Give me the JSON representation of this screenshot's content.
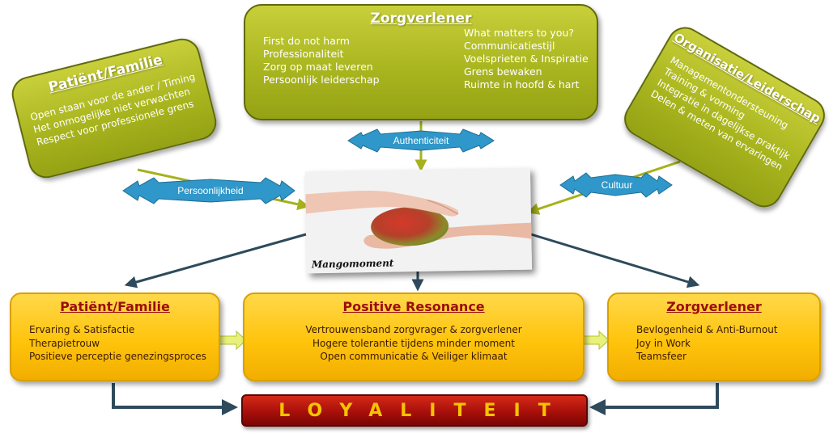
{
  "top_box": {
    "title": "Zorgverlener",
    "left_items": [
      "First do not harm",
      "Professionaliteit",
      "Zorg op maat leveren",
      "Persoonlijk leiderschap"
    ],
    "right_items": [
      "What matters to you?",
      "Communicatiestijl",
      "Voelsprieten & Inspiratie",
      "Grens bewaken",
      "Ruimte in hoofd & hart"
    ]
  },
  "left_box": {
    "title": "Patiënt/Familie",
    "items": [
      "Open staan voor de ander / Timing",
      "Het onmogelijke niet verwachten",
      "Respect voor professionele grens"
    ]
  },
  "right_box": {
    "title": "Organisatie/Leiderschap",
    "items": [
      "Managementondersteuning",
      "Training & vorming",
      "Integratie in dagelijkse praktijk",
      "Delen & meten van ervaringen"
    ]
  },
  "bursts": {
    "authenticity": "Authenticiteit",
    "personality": "Persoonlijkheid",
    "culture": "Cultuur"
  },
  "center_image": {
    "caption": "Mangomoment"
  },
  "bottom_left": {
    "title": "Patiënt/Familie",
    "items": [
      "Ervaring & Satisfactie",
      "Therapietrouw",
      "Positieve perceptie genezingsproces"
    ]
  },
  "bottom_center": {
    "title": "Positive Resonance",
    "items": [
      "Vertrouwensband zorgvrager & zorgverlener",
      "Hogere tolerantie tijdens minder moment",
      "Open communicatie & Veiliger klimaat"
    ]
  },
  "bottom_right": {
    "title": "Zorgverlener",
    "items": [
      "Bevlogenheid & Anti-Burnout",
      "Joy in Work",
      "Teamsfeer"
    ]
  },
  "loyalty_bar": {
    "label": "LOYALITEIT"
  },
  "colors": {
    "olive": "#aab61f",
    "gold": "#ffc40c",
    "burst": "#2f97c9",
    "arrow": "#2e4a5c",
    "bar": "#a80f0a",
    "bar_text": "#f7c300",
    "title_red": "#9b0d0d"
  }
}
